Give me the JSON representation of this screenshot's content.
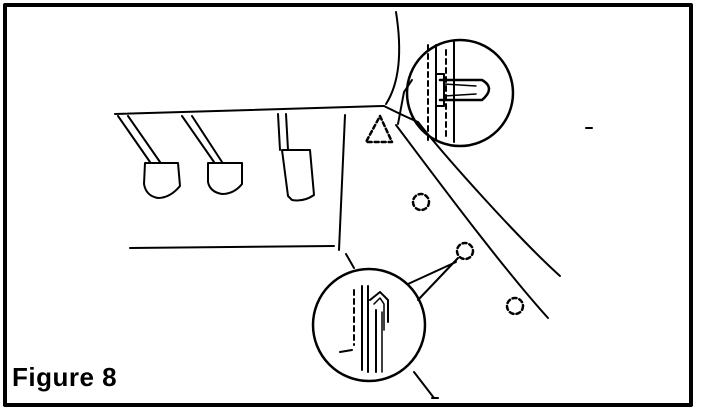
{
  "figure": {
    "caption": "Figure 8",
    "callouts": [
      "upper-clip-detail",
      "lower-clip-detail"
    ],
    "markers": [
      "triangle-clip-marker",
      "clip-location-marker"
    ],
    "colors": {
      "ink": "#000000",
      "paper": "#ffffff"
    }
  }
}
